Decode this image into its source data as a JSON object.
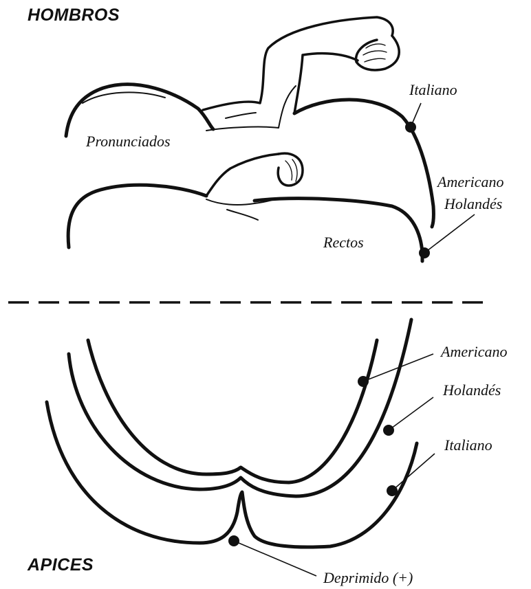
{
  "sections": {
    "top_title": "HOMBROS",
    "bottom_title": "APICES"
  },
  "shoulders": {
    "italiano": "Italiano",
    "pronunciados": "Pronunciados",
    "americano": "Americano",
    "holandes": "Holandés",
    "rectos": "Rectos"
  },
  "apices": {
    "americano": "Americano",
    "holandes": "Holandés",
    "italiano": "Italiano",
    "deprimido": "Deprimido (+)"
  }
}
